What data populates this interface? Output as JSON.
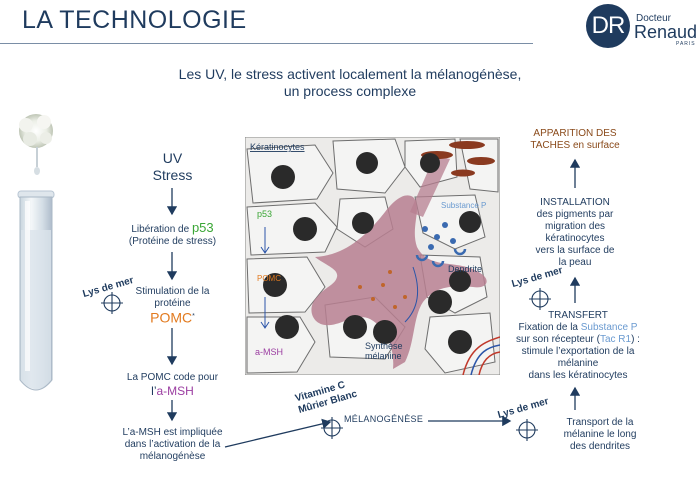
{
  "header": {
    "title": "LA TECHNOLOGIE",
    "subtitle_line1": "Les UV, le stress activent localement la mélanogénèse,",
    "subtitle_line2": "un process complexe"
  },
  "logo": {
    "initials": "DR",
    "docteur": "Docteur",
    "renaud": "Renaud",
    "paris": "PARIS"
  },
  "left_flow": {
    "uv": "UV",
    "stress": "Stress",
    "p53_prefix": "Libération de ",
    "p53": "p53",
    "p53_sub": "(Protéine de stress)",
    "pomc_line1": "Stimulation de la",
    "pomc_line2": "protéine",
    "pomc": "POMC",
    "pomc_star": "*",
    "code_line1": "La POMC code pour",
    "code_prefix": "l’",
    "amsh": "a-MSH",
    "impl_line1": "L’a-MSH est impliquée",
    "impl_line2": "dans l’activation de la",
    "impl_line3": "mélanogénèse"
  },
  "tags": {
    "lys1": "Lys de mer",
    "vitc": "Vitamine C",
    "murier": "Mûrier Blanc",
    "lys2": "Lys de mer",
    "lys3": "Lys de mer"
  },
  "bottom": {
    "melanogenese": "MÉLANOGÉNÈSE"
  },
  "illustration": {
    "keratinocytes": "Kératinocytes",
    "p53": "p53",
    "substance_p": "Substance P",
    "dendrite": "Dendrite",
    "pomc": "POMC",
    "amsh": "a-MSH",
    "synthese1": "Synthèse",
    "synthese2": "mélanine"
  },
  "right_flow": {
    "appar_line1": "APPARITION DES",
    "appar_line2": "TACHES en surface",
    "inst_1": "INSTALLATION",
    "inst_2": "des pigments par",
    "inst_3": "migration des",
    "inst_4": "kératinocytes",
    "inst_5": "vers la surface de",
    "inst_6": "la peau",
    "transfert": "TRANSFERT",
    "fix_prefix": "Fixation de la ",
    "fix_subp": "Substance P",
    "recep_prefix": "sur son récepteur (",
    "recep_tac": "Tac R1",
    "recep_suffix": ") :",
    "stim_1": "stimule l’exportation de la",
    "stim_2": "mélanine",
    "stim_3": "dans les kératinocytes",
    "transport_1": "Transport de la",
    "transport_2": "mélanine  le long",
    "transport_3": "des dendrites"
  },
  "colors": {
    "navy": "#1f3b5e",
    "green": "#3aa635",
    "orange": "#e27a1f",
    "purple": "#9b3da1",
    "light_blue": "#6a9ad0",
    "brown": "#8a4a1a",
    "mauve": "#b77f90"
  }
}
